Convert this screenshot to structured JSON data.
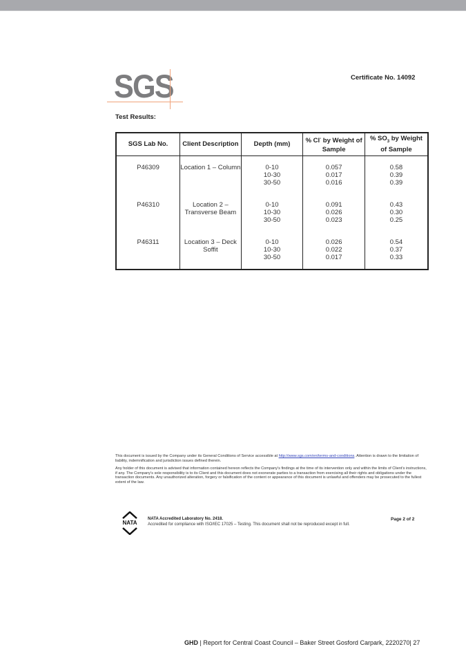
{
  "logo": {
    "text": "SGS",
    "text_color": "#7d7d7f",
    "accent_color": "#f0a27a"
  },
  "certificate": "Certificate No. 14092",
  "section_title": "Test Results:",
  "table": {
    "headers": {
      "lab_no": "SGS Lab No.",
      "client_description": "Client Description",
      "depth": "Depth (mm)",
      "cl_prefix": "% Cl",
      "cl_sup": "-",
      "cl_suffix": " by Weight of Sample",
      "so3_prefix": "% SO",
      "so3_sub": "3",
      "so3_suffix": " by Weight of Sample"
    },
    "rows": [
      {
        "lab_no": "P46309",
        "description": "Location 1 – Column",
        "depths": [
          "0-10",
          "10-30",
          "30-50"
        ],
        "cl": [
          "0.057",
          "0.017",
          "0.016"
        ],
        "so3": [
          "0.58",
          "0.39",
          "0.39"
        ]
      },
      {
        "lab_no": "P46310",
        "description": "Location 2 – Transverse Beam",
        "depths": [
          "0-10",
          "10-30",
          "30-50"
        ],
        "cl": [
          "0.091",
          "0.026",
          "0.023"
        ],
        "so3": [
          "0.43",
          "0.30",
          "0.25"
        ]
      },
      {
        "lab_no": "P46311",
        "description": "Location 3 – Deck Soffit",
        "depths": [
          "0-10",
          "10-30",
          "30-50"
        ],
        "cl": [
          "0.026",
          "0.022",
          "0.017"
        ],
        "so3": [
          "0.54",
          "0.37",
          "0.33"
        ]
      }
    ]
  },
  "disclaimer": {
    "p1_before": "This document is issued by the Company under its General Conditions of Service accessible at ",
    "p1_link": "http://www.sgs.com/en/terms-and-conditions",
    "p1_after": ". Attention is drawn to the limitation of liability, indemnification and jurisdiction issues defined therein.",
    "p2": "Any holder of this document is advised that information contained hereon reflects the Company's findings at the time of its intervention only and within the limits of Client's instructions, if any.  The Company's sole responsibility is to its Client and this document does not exonerate parties to a transaction from exercising all their rights and obligations under the transaction documents. Any unauthorized alteration, forgery or falsification of the content or appearance of this document is unlawful and offenders may be prosecuted to the fullest extent of the law."
  },
  "nata": {
    "logo_text": "NATA",
    "title": "NATA Accredited Laboratory No. 2418.",
    "line": "Accredited for compliance with ISO/IEC 17025 – Testing.  This document shall not be reproduced except in full."
  },
  "page": "Page 2 of 2",
  "footer": {
    "brand": "GHD",
    "text": " | Report for Central Coast Council – Baker Street Gosford Carpark, 2220270| 27"
  }
}
